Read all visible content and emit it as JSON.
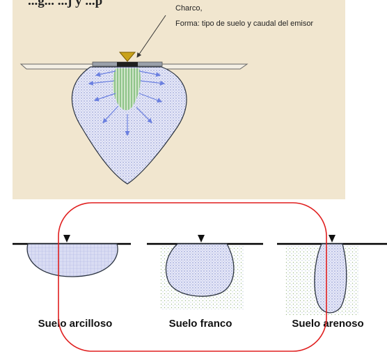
{
  "figure": {
    "title": "...g...                          ...j y ...p",
    "callout": {
      "line1": "Charco,",
      "line2": "Forma: tipo de suelo y  caudal del emisor"
    },
    "soil_labels": [
      "Suelo arcilloso",
      "Suelo franco",
      "Suelo arenoso"
    ]
  },
  "colors": {
    "panel_background": "#f1e6cf",
    "bulb_fill": "#dfe2f6",
    "bulb_outline": "#2b3340",
    "flow_arrow": "#6b80e0",
    "emitter": "#c9a21a",
    "wet_core": "#9cc79a",
    "highlight_ellipse": "#e01f1f"
  },
  "icons": {
    "emitter": "triangle-down-icon",
    "flow": "arrow-icon"
  }
}
